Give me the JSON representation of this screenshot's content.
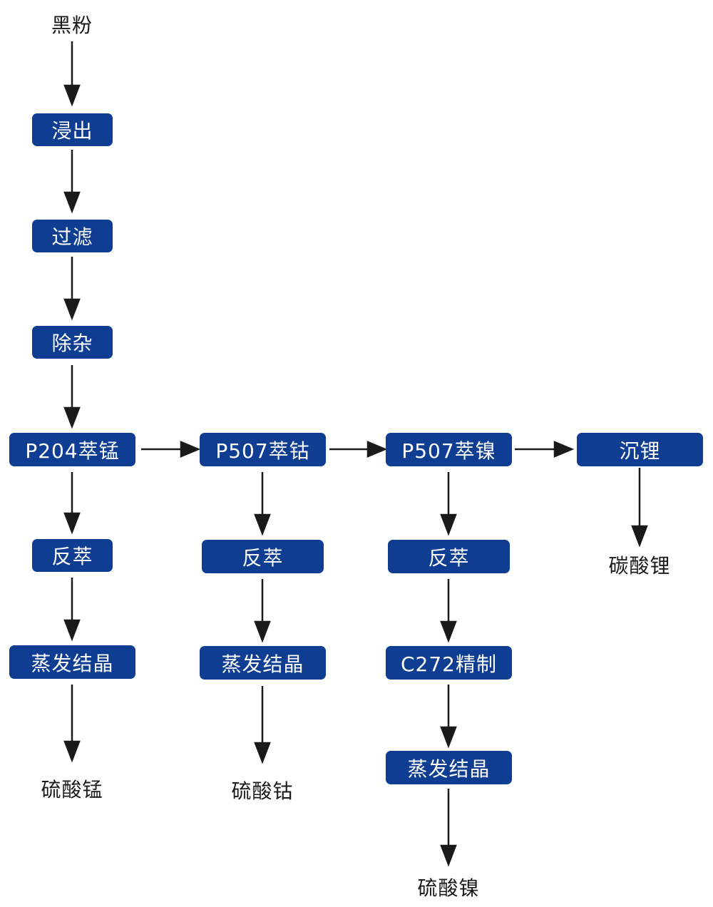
{
  "colors": {
    "node_fill": "#0e3d91",
    "node_text": "#ffffff",
    "arrow": "#1a1a1a",
    "label_text": "#1a1a1a"
  },
  "start": "黑粉",
  "main_chain": [
    "浸出",
    "过滤",
    "除杂"
  ],
  "extraction_steps": [
    "P204萃锰",
    "P507萃钴",
    "P507萃镍",
    "沉锂"
  ],
  "branches": {
    "manganese": {
      "strip": "反萃",
      "crystallize": "蒸发结晶",
      "product": "硫酸锰"
    },
    "cobalt": {
      "strip": "反萃",
      "crystallize": "蒸发结晶",
      "product": "硫酸钴"
    },
    "nickel": {
      "strip": "反萃",
      "refine": "C272精制",
      "crystallize": "蒸发结晶",
      "product": "硫酸镍"
    },
    "lithium": {
      "product": "碳酸锂"
    }
  }
}
